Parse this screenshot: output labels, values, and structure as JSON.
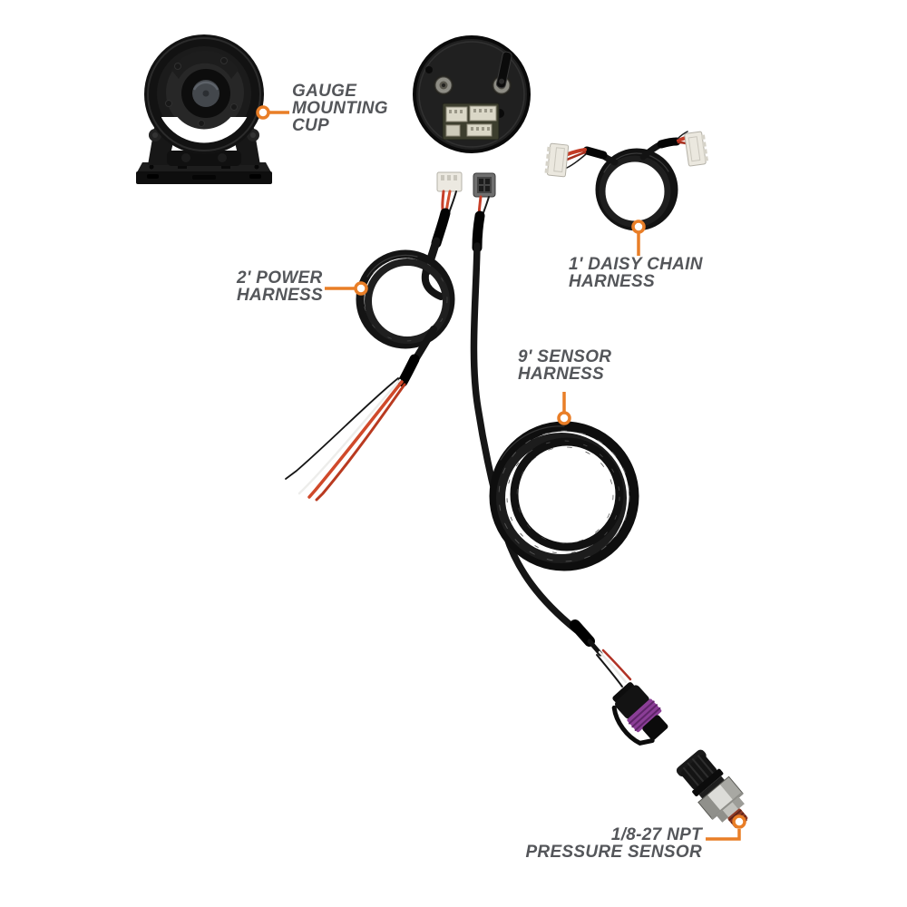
{
  "style": {
    "accent_orange": "#E97E27",
    "label_gray": "#54565A",
    "background": "#FFFFFF",
    "cable_black": "#141414",
    "wire_red": "#C7402A",
    "seal_purple": "#8B3E97",
    "thread_rust": "#8E3B28",
    "connector_white": "#ECE9E1"
  },
  "callouts": {
    "gauge_mounting_cup": {
      "lines": [
        "GAUGE",
        "MOUNTING",
        "CUP"
      ]
    },
    "power_harness": {
      "lines": [
        "2' POWER",
        "HARNESS"
      ]
    },
    "daisy_chain_harness": {
      "lines": [
        "1' DAISY CHAIN",
        "HARNESS"
      ]
    },
    "sensor_harness": {
      "lines": [
        "9' SENSOR",
        "HARNESS"
      ]
    },
    "pressure_sensor": {
      "lines": [
        "1/8-27 NPT",
        "PRESSURE SENSOR"
      ]
    }
  },
  "icons": {
    "gauge_mounting_cup": "gauge-mounting-cup-photo",
    "gauge_back": "gauge-back-photo",
    "daisy_chain_harness": "daisy-chain-harness-photo",
    "power_harness": "power-harness-photo",
    "sensor_harness": "sensor-harness-photo",
    "pressure_sensor": "pressure-sensor-photo"
  }
}
